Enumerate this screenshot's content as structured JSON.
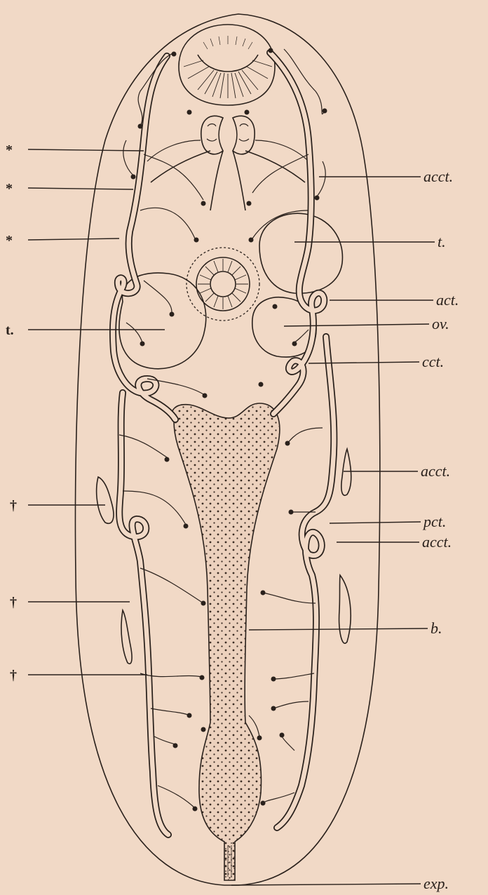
{
  "figure": {
    "labels_left": [
      "*",
      "*",
      "*",
      "t.",
      "†",
      "†",
      "†"
    ],
    "labels_right": [
      "acct.",
      "t.",
      "act.",
      "ov.",
      "cct.",
      "acct.",
      "pct.",
      "acct.",
      "b.",
      "exp."
    ]
  }
}
